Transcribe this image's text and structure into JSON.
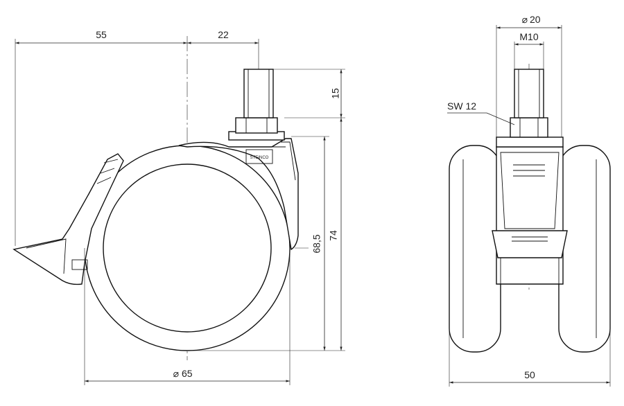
{
  "side_view": {
    "dim_left_width": "55",
    "dim_stem_offset": "22",
    "dim_stem_height": "15",
    "dim_wheel_dia": "65",
    "dim_center_height": "68,5",
    "dim_total_height": "74",
    "diameter_symbol": "⌀",
    "logo_text": "STEINCO"
  },
  "front_view": {
    "dim_washer_dia": "20",
    "dim_thread": "M10",
    "dim_hex": "SW 12",
    "dim_width": "50",
    "diameter_symbol": "⌀"
  },
  "colors": {
    "line": "#111111",
    "background": "#ffffff"
  }
}
